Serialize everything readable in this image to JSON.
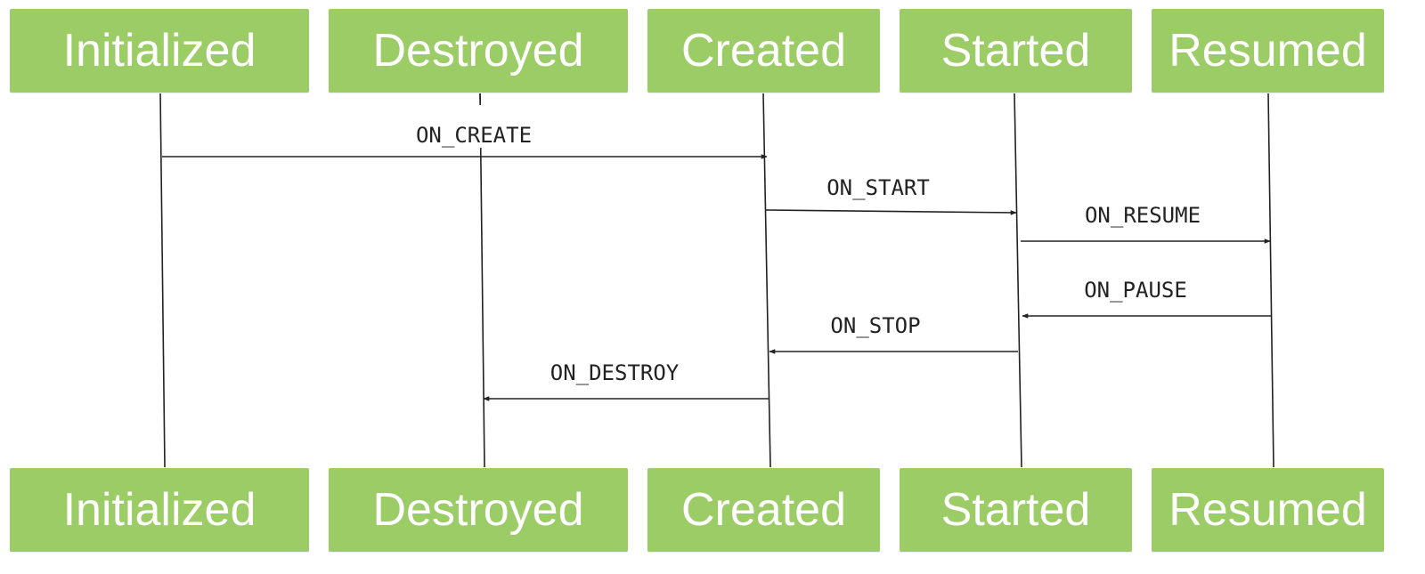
{
  "colors": {
    "state_fill": "#9ccc65",
    "state_text": "#ffffff",
    "line": "#222222"
  },
  "states": [
    {
      "id": "initialized",
      "label": "Initialized"
    },
    {
      "id": "destroyed",
      "label": "Destroyed"
    },
    {
      "id": "created",
      "label": "Created"
    },
    {
      "id": "started",
      "label": "Started"
    },
    {
      "id": "resumed",
      "label": "Resumed"
    }
  ],
  "events": [
    {
      "label": "ON_CREATE",
      "from": "initialized",
      "to": "created"
    },
    {
      "label": "ON_START",
      "from": "created",
      "to": "started"
    },
    {
      "label": "ON_RESUME",
      "from": "started",
      "to": "resumed"
    },
    {
      "label": "ON_PAUSE",
      "from": "resumed",
      "to": "started"
    },
    {
      "label": "ON_STOP",
      "from": "started",
      "to": "created"
    },
    {
      "label": "ON_DESTROY",
      "from": "created",
      "to": "destroyed"
    }
  ]
}
